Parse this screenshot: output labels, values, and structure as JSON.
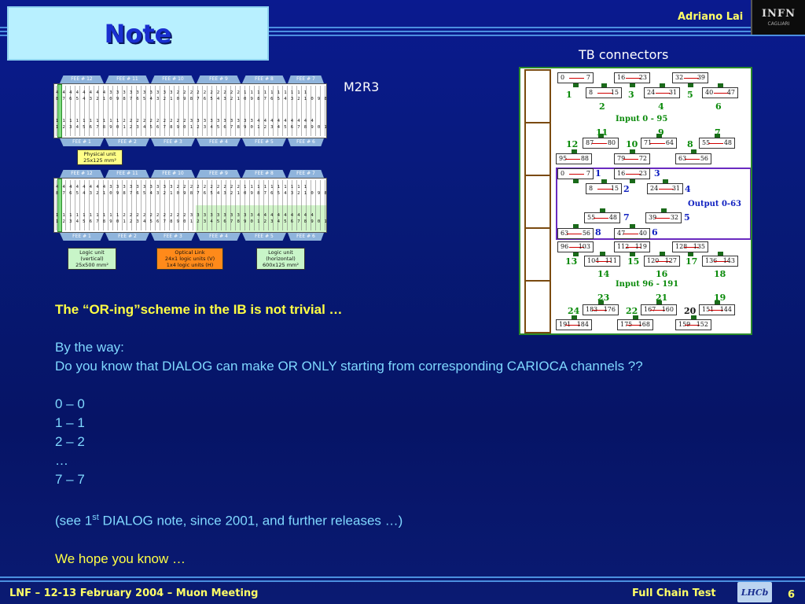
{
  "header": {
    "title": "Note",
    "author": "Adriano Lai",
    "logo_text": "INFN",
    "logo_sub": "CAGLIARI"
  },
  "diagram": {
    "region_label": "M2R3",
    "fee_top_labels": [
      "FEE # 12",
      "FEE # 11",
      "FEE # 10",
      "FEE # 9",
      "FEE # 8",
      "FEE # 7"
    ],
    "fee_bottom_labels": [
      "FEE # 1",
      "FEE # 2",
      "FEE # 3",
      "FEE # 4",
      "FEE # 5",
      "FEE # 6"
    ],
    "physical_unit": [
      "Physical unit",
      "25x125 mm²"
    ],
    "logic_vertical": [
      "Logic unit",
      "(vertical)",
      "25x500 mm²"
    ],
    "optical_link": [
      "Optical Link",
      "24x1 logic units (V)",
      "1x4 logic units (H)"
    ],
    "logic_horizontal": [
      "Logic unit",
      "(horizontal)",
      "600x125 mm²"
    ],
    "digits_top_1": "4 4 4 4 4 4 4 4 3 3 3 3 3 3 3 3 3 3 2 2 2 2 2 2 2 2 2 2 1 1 1 1 1 1 1 1 1 1",
    "digits_top_2": "8 7 6 5 4 3 2 1 0 9 8 7 6 5 4 3 2 1 0 9 8 7 6 5 4 3 2 1 0 9 8 7 6 5 4 3 2 1 0 9 8 7 6 5 4 3 2 1",
    "digits_mid_1": "1 1 1 1 1 1 1 1 1 1 2 2 2 2 2 2 2 2 2 2 3 3 3 3 3 3 3 3 3 3 4 4 4 4 4 4 4 4 4",
    "digits_mid_2": "1 2 3 4 5 6 7 8 9 0 1 2 3 4 5 6 7 8 9 0 1 2 3 4 5 6 7 8 9 0 1 2 3 4 5 6 7 8 9 0 1 2 3 4 5 6 7 8"
  },
  "tb": {
    "title": "TB connectors",
    "input_1": "Input 0 - 95",
    "output": "Output 0-63",
    "input_2": "Input 96 - 191",
    "connectors": [
      {
        "a": "0",
        "b": "7"
      },
      {
        "a": "16",
        "b": "23"
      },
      {
        "a": "32",
        "b": "39"
      },
      {
        "a": "8",
        "b": "15"
      },
      {
        "a": "24",
        "b": "31"
      },
      {
        "a": "40",
        "b": "47"
      },
      {
        "a": "87",
        "b": "80"
      },
      {
        "a": "71",
        "b": "64"
      },
      {
        "a": "55",
        "b": "48"
      },
      {
        "a": "95",
        "b": "88"
      },
      {
        "a": "79",
        "b": "72"
      },
      {
        "a": "63",
        "b": "56"
      },
      {
        "a": "0",
        "b": "7"
      },
      {
        "a": "16",
        "b": "23"
      },
      {
        "a": "8",
        "b": "15"
      },
      {
        "a": "24",
        "b": "31"
      },
      {
        "a": "55",
        "b": "48"
      },
      {
        "a": "39",
        "b": "32"
      },
      {
        "a": "63",
        "b": "56"
      },
      {
        "a": "47",
        "b": "40"
      },
      {
        "a": "96",
        "b": "103"
      },
      {
        "a": "112",
        "b": "119"
      },
      {
        "a": "128",
        "b": "135"
      },
      {
        "a": "104",
        "b": "111"
      },
      {
        "a": "120",
        "b": "127"
      },
      {
        "a": "136",
        "b": "143"
      },
      {
        "a": "183",
        "b": "176"
      },
      {
        "a": "167",
        "b": "160"
      },
      {
        "a": "151",
        "b": "144"
      },
      {
        "a": "191",
        "b": "184"
      },
      {
        "a": "175",
        "b": "168"
      },
      {
        "a": "159",
        "b": "152"
      }
    ],
    "nums_in1_top": [
      "1",
      "3",
      "5"
    ],
    "nums_in1_bot": [
      "2",
      "4",
      "6"
    ],
    "nums_in1_row3": [
      "11",
      "9",
      "7"
    ],
    "nums_in1_row4": [
      "12",
      "10",
      "8"
    ],
    "nums_out": [
      "1",
      "3",
      "2",
      "4",
      "7",
      "5",
      "8",
      "6"
    ],
    "nums_in2_top": [
      "13",
      "15",
      "17"
    ],
    "nums_in2_bot": [
      "14",
      "16",
      "18"
    ],
    "nums_in2_row3": [
      "23",
      "21",
      "19"
    ],
    "nums_in2_row4": [
      "24",
      "22",
      "20"
    ]
  },
  "content": {
    "heading": "The “OR-ing”scheme in the IB is not trivial …",
    "by_the_way": "By the way:",
    "question": "Do you know that DIALOG can make OR ONLY starting from corresponding CARIOCA channels ??",
    "mapping": [
      "0 – 0",
      "1 – 1",
      "2 – 2",
      "…",
      "7 – 7"
    ],
    "see_pre": "(see 1",
    "see_sup": "st",
    "see_post": " DIALOG note, since 2001, and further releases …)",
    "closing": "We hope you know …"
  },
  "footer": {
    "left": "LNF – 12-13 February 2004 – Muon Meeting",
    "middle": "Full Chain Test",
    "logo_text": "LHCb",
    "page": "6"
  },
  "colors": {
    "background": "#0a1a8f",
    "title_box": "#b8f0ff",
    "title_text": "#1a2fd0",
    "accent_yellow": "#ffff44",
    "rule": "#4b8fe0"
  }
}
